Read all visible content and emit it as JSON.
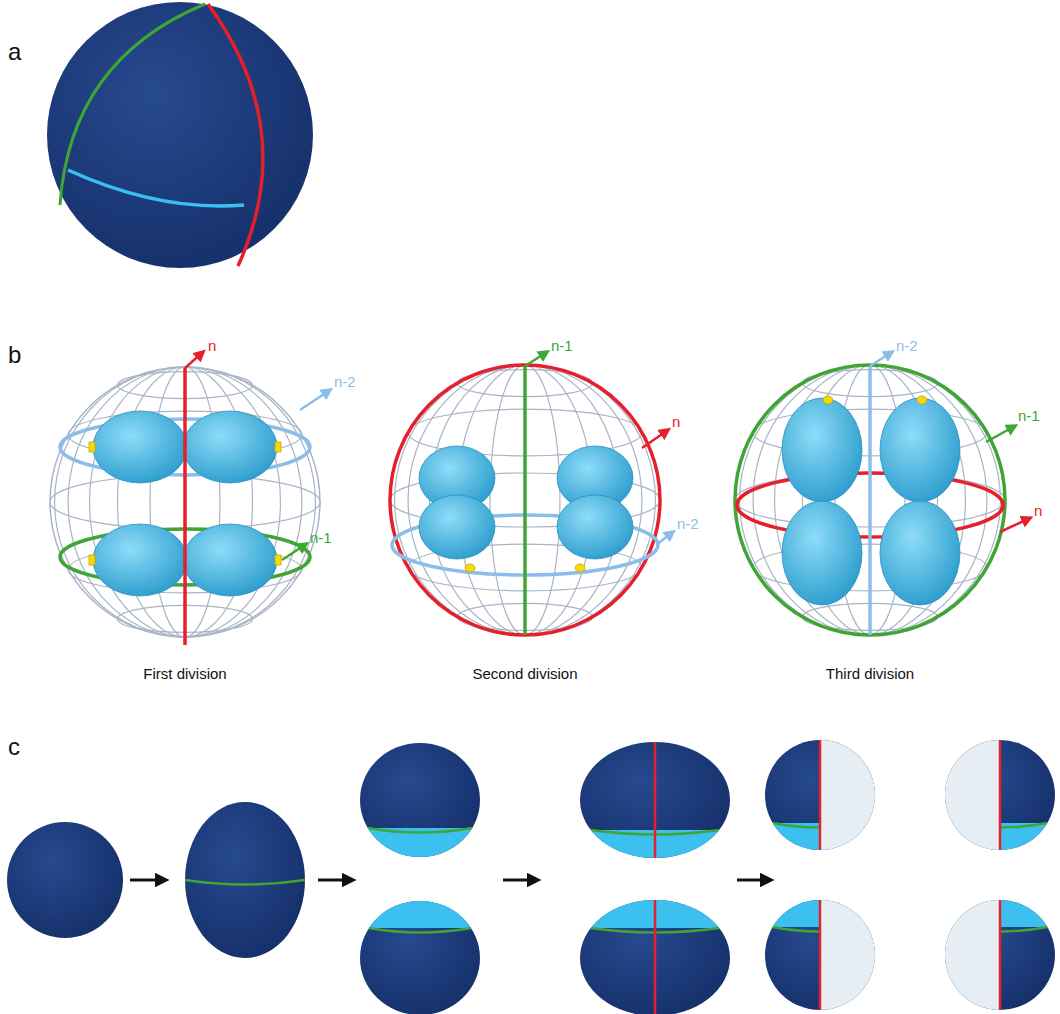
{
  "diagram": {
    "labels": [
      "a",
      "b",
      "c",
      "n",
      "n-2",
      "n-1",
      "First division",
      "n-1",
      "n",
      "n-2",
      "Second division",
      "n-2",
      "n-1",
      "n",
      "Third division"
    ]
  }
}
